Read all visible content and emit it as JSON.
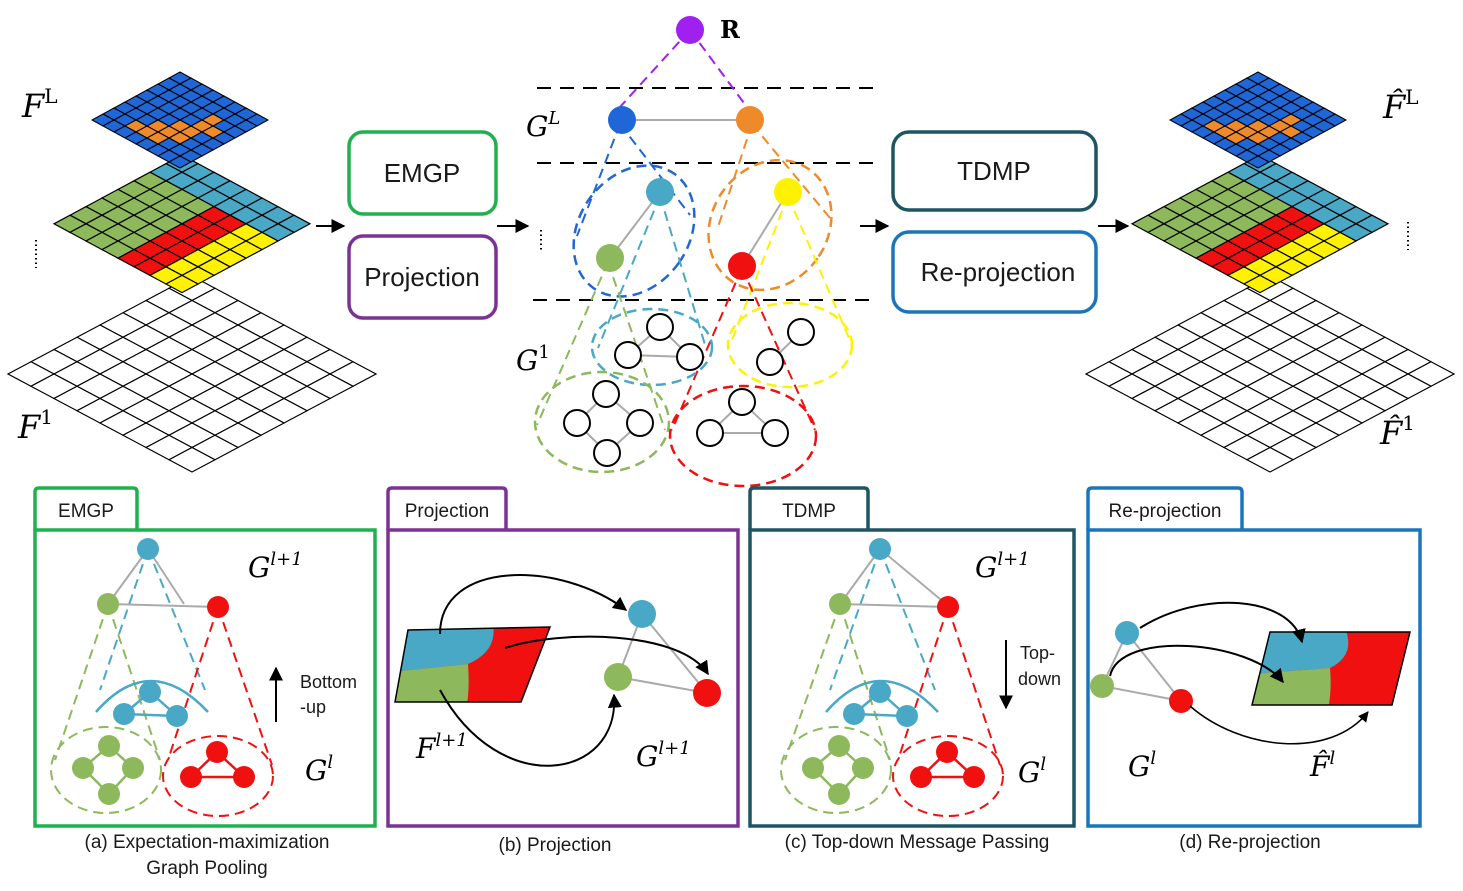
{
  "colors": {
    "green": "#1fb14e",
    "purple": "#7b3294",
    "teal_dark": "#1e5563",
    "blue_box": "#1b75bb",
    "node_blue": "#1f66d6",
    "node_orange": "#ef8a2a",
    "node_teal": "#4aa8c7",
    "node_green": "#8db85c",
    "node_red": "#f01010",
    "node_yellow": "#fff200",
    "node_purple": "#a020f0"
  },
  "top": {
    "left_labels": {
      "top_base": "F",
      "top_sup": "L",
      "bottom_base": "F",
      "bottom_sup": "1"
    },
    "right_labels": {
      "top_base": "F̂",
      "top_sup": "L",
      "bottom_base": "F̂",
      "bottom_sup": "1"
    },
    "boxes": {
      "emgp": "EMGP",
      "projection": "Projection",
      "tdmp": "TDMP",
      "reprojection": "Re-projection"
    },
    "hierarchy": {
      "root": "R",
      "gL_base": "G",
      "gL_sup": "L",
      "g1_base": "G",
      "g1_sup": "1"
    }
  },
  "panels": [
    {
      "tab": "EMGP",
      "caption_line1": "(a) Expectation-maximization",
      "caption_line2": "Graph Pooling",
      "g_upper": "l+1",
      "g_lower": "l",
      "arrow_text_1": "Bottom",
      "arrow_text_2": "-up"
    },
    {
      "tab": "Projection",
      "caption_line1": "(b) Projection",
      "f_sup": "l+1",
      "g_sup": "l+1"
    },
    {
      "tab": "TDMP",
      "caption_line1": "(c) Top-down Message Passing",
      "g_upper": "l+1",
      "g_lower": "l",
      "arrow_text_1": "Top-",
      "arrow_text_2": "down"
    },
    {
      "tab": "Re-projection",
      "caption_line1": "(d) Re-projection",
      "g_sup": "l",
      "f_sup": "l"
    }
  ]
}
